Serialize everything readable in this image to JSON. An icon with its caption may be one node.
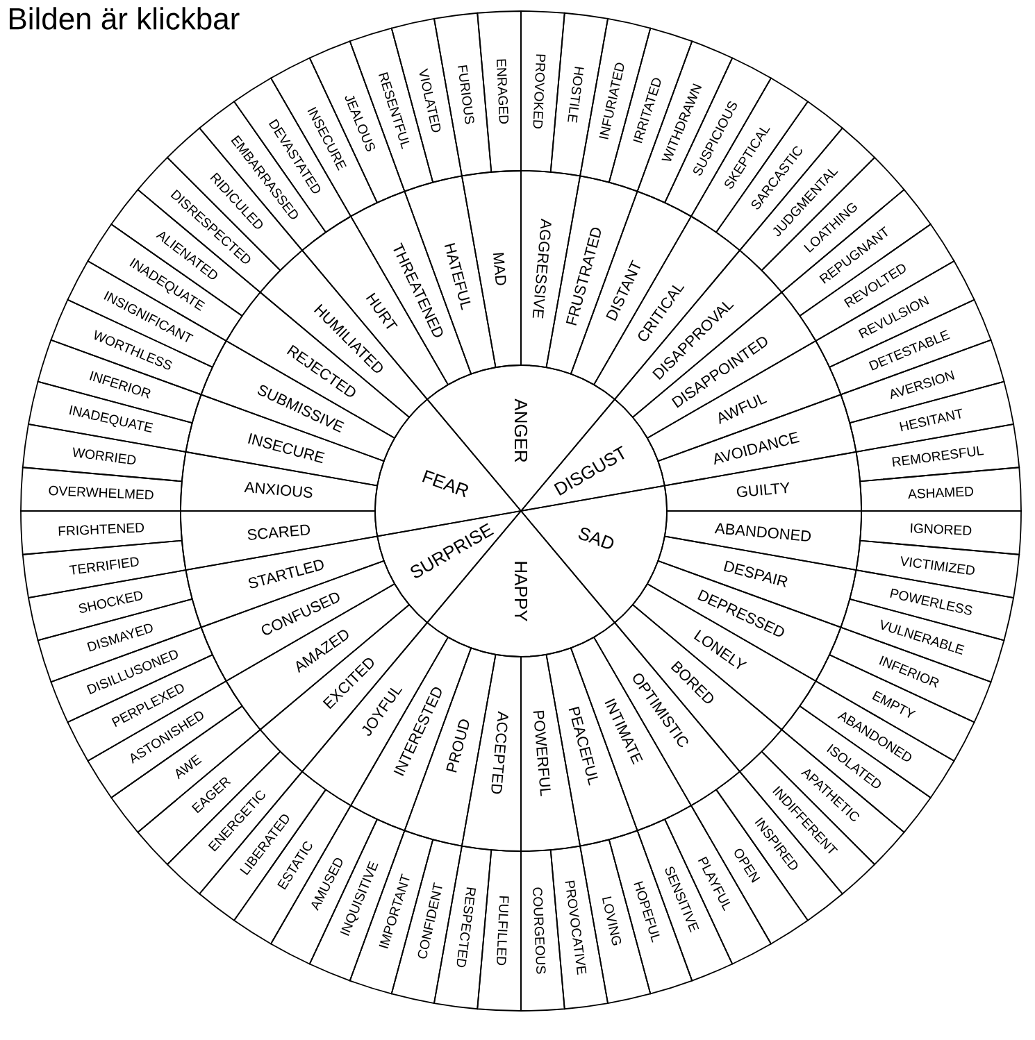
{
  "diagram": {
    "title": "Bilden är klickbar",
    "nodes": [
      {
        "text": [
          "ANGER"
        ]
      },
      {
        "text": [
          "DISGUST"
        ]
      },
      {
        "text": [
          "SAD"
        ]
      },
      {
        "text": [
          "HAPPY"
        ]
      },
      {
        "text": [
          "SURPRISE"
        ]
      },
      {
        "text": [
          "FEAR"
        ]
      },
      {
        "text": [
          "AGGRESSIVE"
        ]
      },
      {
        "text": [
          "FRUSTRATED"
        ]
      },
      {
        "text": [
          "DISTANT"
        ]
      },
      {
        "text": [
          "CRITICAL"
        ]
      },
      {
        "text": [
          "DISAPPROVAL"
        ]
      },
      {
        "text": [
          "DISAPPOINTED"
        ]
      },
      {
        "text": [
          "AWFUL"
        ]
      },
      {
        "text": [
          "AVOIDANCE"
        ]
      },
      {
        "text": [
          "GUILTY"
        ]
      },
      {
        "text": [
          "ABANDONED"
        ]
      },
      {
        "text": [
          "DESPAIR"
        ]
      },
      {
        "text": [
          "DEPRESSED"
        ]
      },
      {
        "text": [
          "LONELY"
        ]
      },
      {
        "text": [
          "BORED"
        ]
      },
      {
        "text": [
          "OPTIMISTIC"
        ]
      },
      {
        "text": [
          "INTIMATE"
        ]
      },
      {
        "text": [
          "PEACEFUL"
        ]
      },
      {
        "text": [
          "POWERFUL"
        ]
      },
      {
        "text": [
          "ACCEPTED"
        ]
      },
      {
        "text": [
          "PROUD"
        ]
      },
      {
        "text": [
          "INTERESTED"
        ]
      },
      {
        "text": [
          "JOYFUL"
        ]
      },
      {
        "text": [
          "EXCITED"
        ]
      },
      {
        "text": [
          "AMAZED"
        ]
      },
      {
        "text": [
          "CONFUSED"
        ]
      },
      {
        "text": [
          "STARTLED"
        ]
      },
      {
        "text": [
          "SCARED"
        ]
      },
      {
        "text": [
          "ANXIOUS"
        ]
      },
      {
        "text": [
          "INSECURE"
        ]
      },
      {
        "text": [
          "SUBMISSIVE"
        ]
      },
      {
        "text": [
          "REJECTED"
        ]
      },
      {
        "text": [
          "HUMILIATED"
        ]
      },
      {
        "text": [
          "HURT"
        ]
      },
      {
        "text": [
          "THREATENED"
        ]
      },
      {
        "text": [
          "HATEFUL"
        ]
      },
      {
        "text": [
          "MAD"
        ]
      },
      {
        "text": [
          "PROVOKED"
        ]
      },
      {
        "text": [
          "HOSTILE"
        ]
      },
      {
        "text": [
          "INFURIATED"
        ]
      },
      {
        "text": [
          "IRRITATED"
        ]
      },
      {
        "text": [
          "WITHDRAWN"
        ]
      },
      {
        "text": [
          "SUSPICIOUS"
        ]
      },
      {
        "text": [
          "SKEPTICAL"
        ]
      },
      {
        "text": [
          "SARCASTIC"
        ]
      },
      {
        "text": [
          "JUDGMENTAL"
        ]
      },
      {
        "text": [
          "LOATHING"
        ]
      },
      {
        "text": [
          "REPUGNANT"
        ]
      },
      {
        "text": [
          "REVOLTED"
        ]
      },
      {
        "text": [
          "REVULSION"
        ]
      },
      {
        "text": [
          "DETESTABLE"
        ]
      },
      {
        "text": [
          "AVERSION"
        ]
      },
      {
        "text": [
          "HESITANT"
        ]
      },
      {
        "text": [
          "REMORESFUL"
        ]
      },
      {
        "text": [
          "ASHAMED"
        ]
      },
      {
        "text": [
          "IGNORED"
        ]
      },
      {
        "text": [
          "VICTIMIZED"
        ]
      },
      {
        "text": [
          "POWERLESS"
        ]
      },
      {
        "text": [
          "VULNERABLE"
        ]
      },
      {
        "text": [
          "INFERIOR"
        ]
      },
      {
        "text": [
          "EMPTY"
        ]
      },
      {
        "text": [
          "ABANDONED"
        ]
      },
      {
        "text": [
          "ISOLATED"
        ]
      },
      {
        "text": [
          "APATHETIC"
        ]
      },
      {
        "text": [
          "INDIFFERENT"
        ]
      },
      {
        "text": [
          "INSPIRED"
        ]
      },
      {
        "text": [
          "OPEN"
        ]
      },
      {
        "text": [
          "PLAYFUL"
        ]
      },
      {
        "text": [
          "SENSITIVE"
        ]
      },
      {
        "text": [
          "HOPEFUL"
        ]
      },
      {
        "text": [
          "LOVING"
        ]
      },
      {
        "text": [
          "PROVOCATIVE"
        ]
      },
      {
        "text": [
          "COURGEOUS"
        ]
      },
      {
        "text": [
          "FULFILLED"
        ]
      },
      {
        "text": [
          "RESPECTED"
        ]
      },
      {
        "text": [
          "CONFIDENT"
        ]
      },
      {
        "text": [
          "IMPORTANT"
        ]
      },
      {
        "text": [
          "INQUISITIVE"
        ]
      },
      {
        "text": [
          "AMUSED"
        ]
      },
      {
        "text": [
          "ESTATIC"
        ]
      },
      {
        "text": [
          "LIBERATED"
        ]
      },
      {
        "text": [
          "ENERGETIC"
        ]
      },
      {
        "text": [
          "EAGER"
        ]
      },
      {
        "text": [
          "AWE"
        ]
      },
      {
        "text": [
          "ASTONISHED"
        ]
      },
      {
        "text": [
          "PERPLEXED"
        ]
      },
      {
        "text": [
          "DISILLUSONED"
        ]
      },
      {
        "text": [
          "DISMAYED"
        ]
      },
      {
        "text": [
          "SHOCKED"
        ]
      },
      {
        "text": [
          "TERRIFIED"
        ]
      },
      {
        "text": [
          "FRIGHTENED"
        ]
      },
      {
        "text": [
          "OVERWHELMED"
        ]
      },
      {
        "text": [
          "WORRIED"
        ]
      },
      {
        "text": [
          "INADEQUATE"
        ]
      },
      {
        "text": [
          "INFERIOR"
        ]
      },
      {
        "text": [
          "WORTHLESS"
        ]
      },
      {
        "text": [
          "INSIGNIFICANT"
        ]
      },
      {
        "text": [
          "INADEQUATE"
        ]
      },
      {
        "text": [
          "ALIENATED"
        ]
      },
      {
        "text": [
          "DISRESPECTED"
        ]
      },
      {
        "text": [
          "RIDICULED"
        ]
      },
      {
        "text": [
          "EMBARRASSED"
        ]
      },
      {
        "text": [
          "DEVASTATED"
        ]
      },
      {
        "text": [
          "INSECURE"
        ]
      },
      {
        "text": [
          "JEALOUS"
        ]
      },
      {
        "text": [
          "RESENTFUL"
        ]
      },
      {
        "text": [
          "VIOLATED"
        ]
      },
      {
        "text": [
          "FURIOUS"
        ]
      },
      {
        "text": [
          "ENRAGED"
        ]
      }
    ]
  }
}
